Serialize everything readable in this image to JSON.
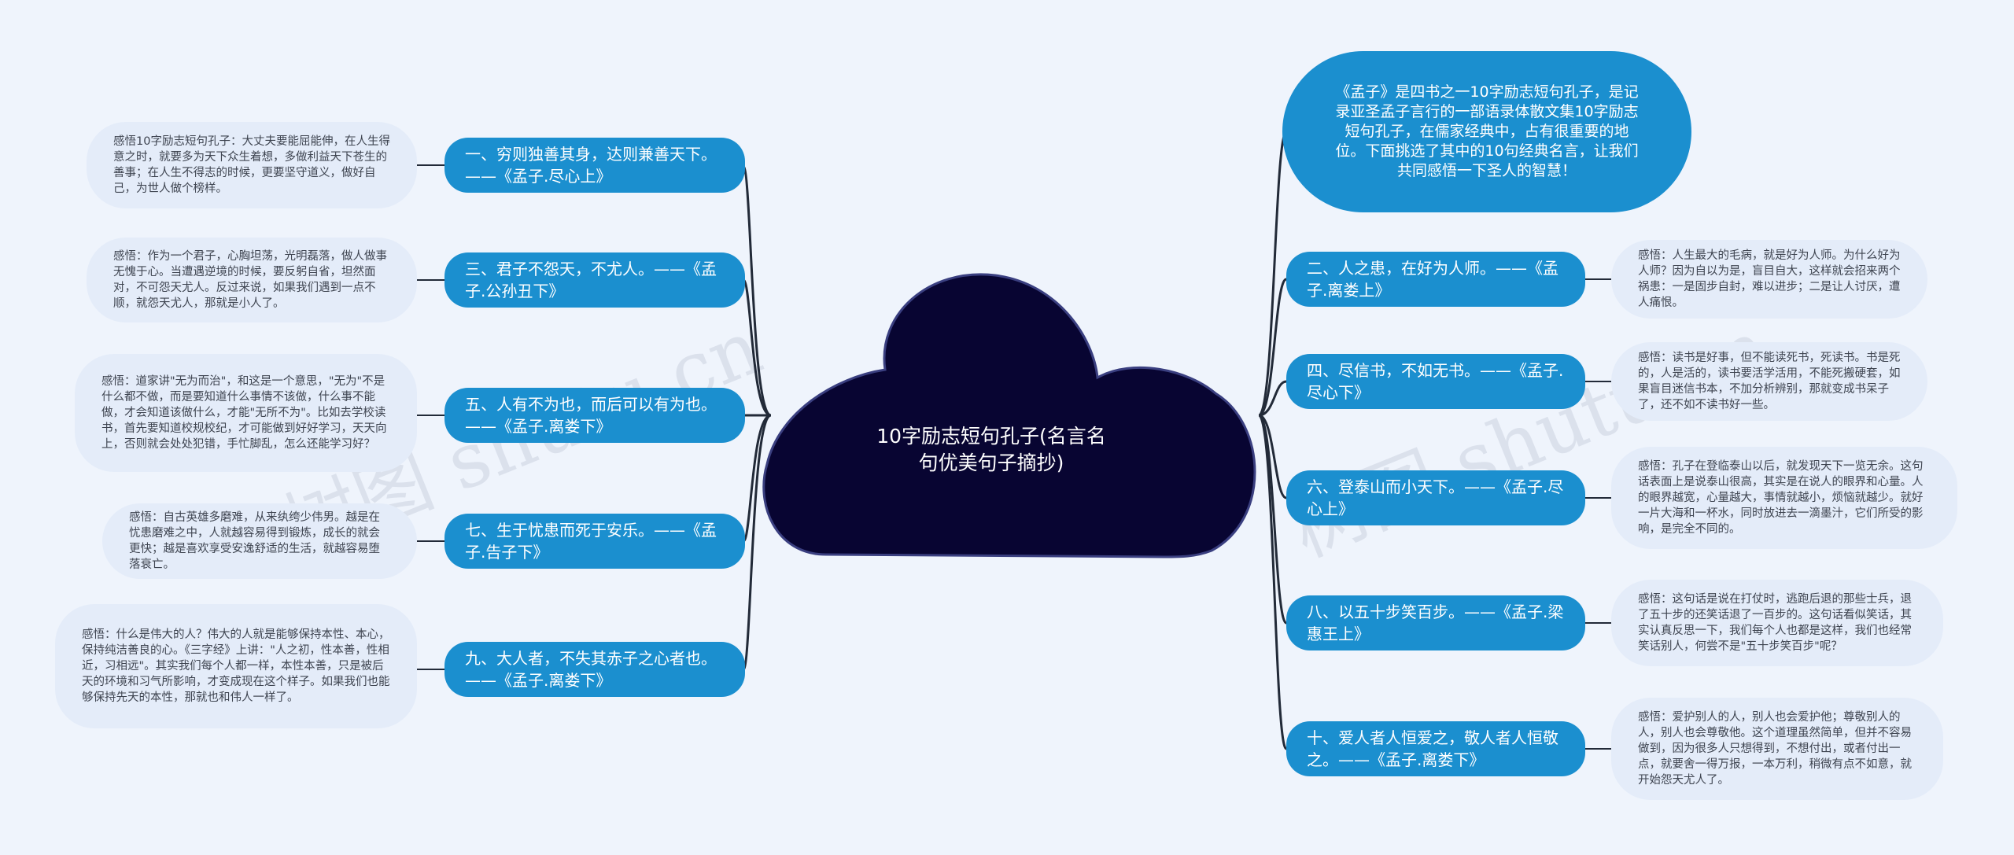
{
  "watermarks": [
    "树图 shutu.cn",
    "树图 shutu.cn"
  ],
  "center": {
    "title": "10字励志短句孔子(名言名句优美句子摘抄)"
  },
  "intro": "《孟子》是四书之一10字励志短句孔子，是记录亚圣孟子言行的一部语录体散文集10字励志短句孔子，在儒家经典中，占有很重要的地位。下面挑选了其中的10句经典名言，让我们共同感悟一下圣人的智慧！",
  "left": [
    {
      "quote": "一、穷则独善其身，达则兼善天下。——《孟子.尽心上》",
      "note": "感悟10字励志短句孔子：大丈夫要能屈能伸，在人生得意之时，就要多为天下众生着想，多做利益天下苍生的善事；在人生不得志的时候，更要坚守道义，做好自己，为世人做个榜样。"
    },
    {
      "quote": "三、君子不怨天，不尤人。——《孟子.公孙丑下》",
      "note": "感悟：作为一个君子，心胸坦荡，光明磊落，做人做事无愧于心。当遭遇逆境的时候，要反躬自省，坦然面对，不可怨天尤人。反过来说，如果我们遇到一点不顺，就怨天尤人，那就是小人了。"
    },
    {
      "quote": "五、人有不为也，而后可以有为也。——《孟子.离娄下》",
      "note": "感悟：道家讲\"无为而治\"，和这是一个意思，\"无为\"不是什么都不做，而是要知道什么事情不该做，什么事不能做，才会知道该做什么，才能\"无所不为\"。比如去学校读书，首先要知道校规校纪，才可能做到好好学习，天天向上，否则就会处处犯错，手忙脚乱，怎么还能学习好？"
    },
    {
      "quote": "七、生于忧患而死于安乐。——《孟子.告子下》",
      "note": "感悟：自古英雄多磨难，从来纨绔少伟男。越是在忧患磨难之中，人就越容易得到锻炼，成长的就会更快；越是喜欢享受安逸舒适的生活，就越容易堕落衰亡。"
    },
    {
      "quote": "九、大人者，不失其赤子之心者也。——《孟子.离娄下》",
      "note": "感悟：什么是伟大的人？伟大的人就是能够保持本性、本心，保持纯洁善良的心。《三字经》上讲：\"人之初，性本善，性相近，习相远\"。其实我们每个人都一样，本性本善，只是被后天的环境和习气所影响，才变成现在这个样子。如果我们也能够保持先天的本性，那就也和伟人一样了。"
    }
  ],
  "right": [
    {
      "quote": "二、人之患，在好为人师。——《孟子.离娄上》",
      "note": "感悟：人生最大的毛病，就是好为人师。为什么好为人师？因为自以为是，盲目自大，这样就会招来两个祸患：一是固步自封，难以进步；二是让人讨厌，遭人痛恨。"
    },
    {
      "quote": "四、尽信书，不如无书。——《孟子.尽心下》",
      "note": "感悟：读书是好事，但不能读死书，死读书。书是死的，人是活的，读书要活学活用，不能死搬硬套，如果盲目迷信书本，不加分析辨别，那就变成书呆子了，还不如不读书好一些。"
    },
    {
      "quote": "六、登泰山而小天下。——《孟子.尽心上》",
      "note": "感悟：孔子在登临泰山以后，就发现天下一览无余。这句话表面上是说泰山很高，其实是在说人的眼界和心量。人的眼界越宽，心量越大，事情就越小，烦恼就越少。就好一片大海和一杯水，同时放进去一滴墨汁，它们所受的影响，是完全不同的。"
    },
    {
      "quote": "八、以五十步笑百步。——《孟子.梁惠王上》",
      "note": "感悟：这句话是说在打仗时，逃跑后退的那些士兵，退了五十步的还笑话退了一百步的。这句话看似笑话，其实认真反思一下，我们每个人也都是这样，我们也经常笑话别人，何尝不是\"五十步笑百步\"呢？"
    },
    {
      "quote": "十、爱人者人恒爱之，敬人者人恒敬之。——《孟子.离娄下》",
      "note": "感悟：爱护别人的人，别人也会爱护他；尊敬别人的人，别人也会尊敬他。这个道理虽然简单，但并不容易做到，因为很多人只想得到，不想付出，或者付出一点，就要舍一得万报，一本万利，稍微有点不如意，就开始怨天尤人了。"
    }
  ]
}
